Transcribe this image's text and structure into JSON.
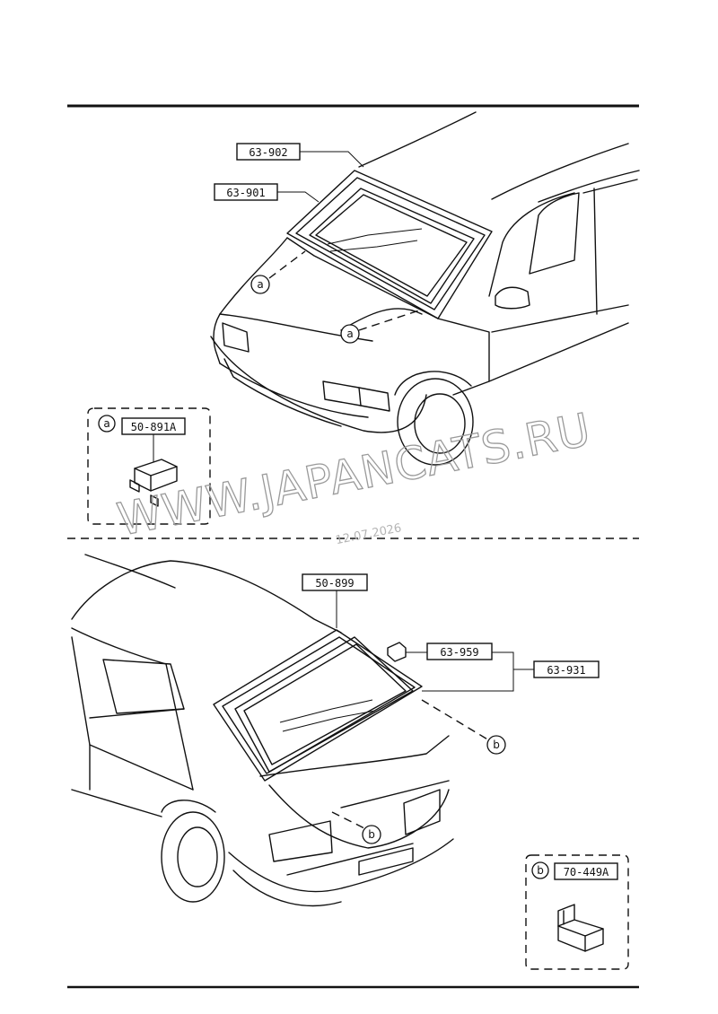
{
  "part_numbers": {
    "top_seal": "63-902",
    "top_glass": "63-901",
    "detail_a_part": "50-891A",
    "rear_seal": "50-899",
    "rear_clip": "63-959",
    "rear_glass": "63-931",
    "detail_b_part": "70-449A"
  },
  "callouts": {
    "a": "a",
    "b": "b"
  },
  "watermark": {
    "text": "WWW.JAPANCATS.RU",
    "date": "12.07.2026"
  }
}
